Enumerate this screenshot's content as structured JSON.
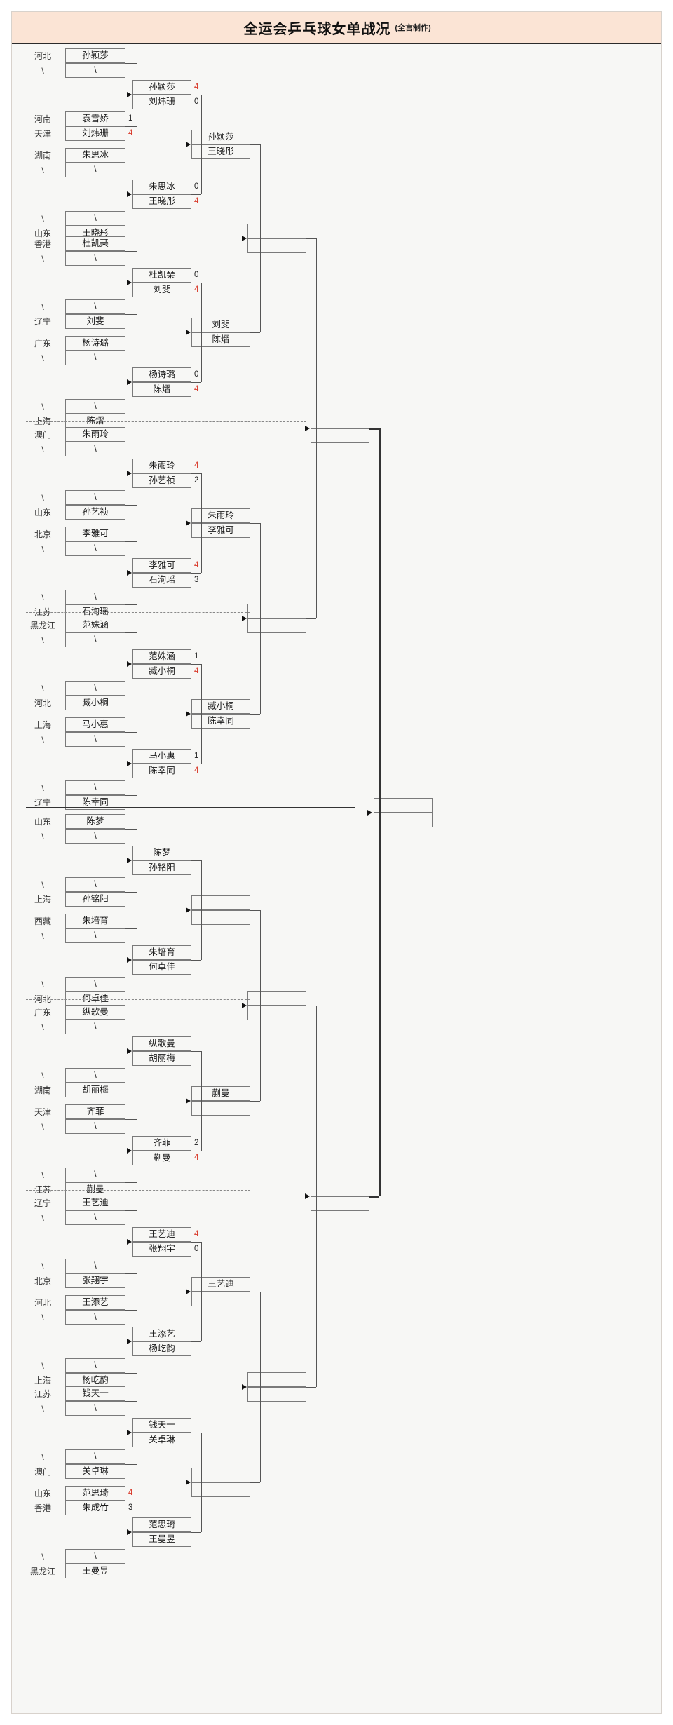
{
  "header": {
    "title": "全运会乒乓球女单战况",
    "subtitle": "(全言制作)",
    "bg_color": "#fbe4d5"
  },
  "colors": {
    "winner_score": "#d93a2b",
    "loser_score": "#222222",
    "box_border": "#7a7a7a",
    "line": "#555555",
    "page_bg": "#f7f7f5"
  },
  "labels": {
    "bye": "\\"
  },
  "r1": [
    {
      "prov_top": "河北",
      "prov_bot": "\\",
      "name_top": "孙颖莎",
      "name_bot": "\\",
      "score_top": "",
      "score_bot": ""
    },
    {
      "prov_top": "河南",
      "prov_bot": "天津",
      "name_top": "袁雪娇",
      "name_bot": "刘炜珊",
      "score_top": "1",
      "score_bot": "4"
    },
    {
      "prov_top": "湖南",
      "prov_bot": "\\",
      "name_top": "朱思冰",
      "name_bot": "\\",
      "score_top": "",
      "score_bot": ""
    },
    {
      "prov_top": "\\",
      "prov_bot": "山东",
      "name_top": "\\",
      "name_bot": "王晓彤",
      "score_top": "",
      "score_bot": ""
    },
    {
      "prov_top": "香港",
      "prov_bot": "\\",
      "name_top": "杜凯琹",
      "name_bot": "\\",
      "score_top": "",
      "score_bot": ""
    },
    {
      "prov_top": "\\",
      "prov_bot": "辽宁",
      "name_top": "\\",
      "name_bot": "刘斐",
      "score_top": "",
      "score_bot": ""
    },
    {
      "prov_top": "广东",
      "prov_bot": "\\",
      "name_top": "杨诗璐",
      "name_bot": "\\",
      "score_top": "",
      "score_bot": ""
    },
    {
      "prov_top": "\\",
      "prov_bot": "上海",
      "name_top": "\\",
      "name_bot": "陈熠",
      "score_top": "",
      "score_bot": ""
    },
    {
      "prov_top": "澳门",
      "prov_bot": "\\",
      "name_top": "朱雨玲",
      "name_bot": "\\",
      "score_top": "",
      "score_bot": ""
    },
    {
      "prov_top": "\\",
      "prov_bot": "山东",
      "name_top": "\\",
      "name_bot": "孙艺祯",
      "score_top": "",
      "score_bot": ""
    },
    {
      "prov_top": "北京",
      "prov_bot": "\\",
      "name_top": "李雅可",
      "name_bot": "\\",
      "score_top": "",
      "score_bot": ""
    },
    {
      "prov_top": "\\",
      "prov_bot": "江苏",
      "name_top": "\\",
      "name_bot": "石洵瑶",
      "score_top": "",
      "score_bot": ""
    },
    {
      "prov_top": "黑龙江",
      "prov_bot": "\\",
      "name_top": "范姝涵",
      "name_bot": "\\",
      "score_top": "",
      "score_bot": ""
    },
    {
      "prov_top": "\\",
      "prov_bot": "河北",
      "name_top": "\\",
      "name_bot": "臧小桐",
      "score_top": "",
      "score_bot": ""
    },
    {
      "prov_top": "上海",
      "prov_bot": "\\",
      "name_top": "马小惠",
      "name_bot": "\\",
      "score_top": "",
      "score_bot": ""
    },
    {
      "prov_top": "\\",
      "prov_bot": "辽宁",
      "name_top": "\\",
      "name_bot": "陈幸同",
      "score_top": "",
      "score_bot": ""
    },
    {
      "prov_top": "山东",
      "prov_bot": "\\",
      "name_top": "陈梦",
      "name_bot": "\\",
      "score_top": "",
      "score_bot": ""
    },
    {
      "prov_top": "\\",
      "prov_bot": "上海",
      "name_top": "\\",
      "name_bot": "孙铭阳",
      "score_top": "",
      "score_bot": ""
    },
    {
      "prov_top": "西藏",
      "prov_bot": "\\",
      "name_top": "朱培育",
      "name_bot": "\\",
      "score_top": "",
      "score_bot": ""
    },
    {
      "prov_top": "\\",
      "prov_bot": "河北",
      "name_top": "\\",
      "name_bot": "何卓佳",
      "score_top": "",
      "score_bot": ""
    },
    {
      "prov_top": "广东",
      "prov_bot": "\\",
      "name_top": "纵歌曼",
      "name_bot": "\\",
      "score_top": "",
      "score_bot": ""
    },
    {
      "prov_top": "\\",
      "prov_bot": "湖南",
      "name_top": "\\",
      "name_bot": "胡丽梅",
      "score_top": "",
      "score_bot": ""
    },
    {
      "prov_top": "天津",
      "prov_bot": "\\",
      "name_top": "齐菲",
      "name_bot": "\\",
      "score_top": "",
      "score_bot": ""
    },
    {
      "prov_top": "\\",
      "prov_bot": "江苏",
      "name_top": "\\",
      "name_bot": "蒯曼",
      "score_top": "",
      "score_bot": ""
    },
    {
      "prov_top": "辽宁",
      "prov_bot": "\\",
      "name_top": "王艺迪",
      "name_bot": "\\",
      "score_top": "",
      "score_bot": ""
    },
    {
      "prov_top": "\\",
      "prov_bot": "北京",
      "name_top": "\\",
      "name_bot": "张翔宇",
      "score_top": "",
      "score_bot": ""
    },
    {
      "prov_top": "河北",
      "prov_bot": "\\",
      "name_top": "王添艺",
      "name_bot": "\\",
      "score_top": "",
      "score_bot": ""
    },
    {
      "prov_top": "\\",
      "prov_bot": "上海",
      "name_top": "\\",
      "name_bot": "杨屹韵",
      "score_top": "",
      "score_bot": ""
    },
    {
      "prov_top": "江苏",
      "prov_bot": "\\",
      "name_top": "钱天一",
      "name_bot": "\\",
      "score_top": "",
      "score_bot": ""
    },
    {
      "prov_top": "\\",
      "prov_bot": "澳门",
      "name_top": "\\",
      "name_bot": "关卓琳",
      "score_top": "",
      "score_bot": ""
    },
    {
      "prov_top": "山东",
      "prov_bot": "香港",
      "name_top": "范思琦",
      "name_bot": "朱成竹",
      "score_top": "4",
      "score_bot": "3"
    },
    {
      "prov_top": "\\",
      "prov_bot": "黑龙江",
      "name_top": "\\",
      "name_bot": "王曼昱",
      "score_top": "",
      "score_bot": ""
    }
  ],
  "r2": [
    {
      "name_top": "孙颖莎",
      "name_bot": "刘炜珊",
      "score_top": "4",
      "score_bot": "0"
    },
    {
      "name_top": "朱思冰",
      "name_bot": "王晓彤",
      "score_top": "0",
      "score_bot": "4"
    },
    {
      "name_top": "杜凯琹",
      "name_bot": "刘斐",
      "score_top": "0",
      "score_bot": "4"
    },
    {
      "name_top": "杨诗璐",
      "name_bot": "陈熠",
      "score_top": "0",
      "score_bot": "4"
    },
    {
      "name_top": "朱雨玲",
      "name_bot": "孙艺祯",
      "score_top": "4",
      "score_bot": "2"
    },
    {
      "name_top": "李雅可",
      "name_bot": "石洵瑶",
      "score_top": "4",
      "score_bot": "3"
    },
    {
      "name_top": "范姝涵",
      "name_bot": "臧小桐",
      "score_top": "1",
      "score_bot": "4"
    },
    {
      "name_top": "马小惠",
      "name_bot": "陈幸同",
      "score_top": "1",
      "score_bot": "4"
    },
    {
      "name_top": "陈梦",
      "name_bot": "孙铭阳",
      "score_top": "",
      "score_bot": ""
    },
    {
      "name_top": "朱培育",
      "name_bot": "何卓佳",
      "score_top": "",
      "score_bot": ""
    },
    {
      "name_top": "纵歌曼",
      "name_bot": "胡丽梅",
      "score_top": "",
      "score_bot": ""
    },
    {
      "name_top": "齐菲",
      "name_bot": "蒯曼",
      "score_top": "2",
      "score_bot": "4"
    },
    {
      "name_top": "王艺迪",
      "name_bot": "张翔宇",
      "score_top": "4",
      "score_bot": "0"
    },
    {
      "name_top": "王添艺",
      "name_bot": "杨屹韵",
      "score_top": "",
      "score_bot": ""
    },
    {
      "name_top": "钱天一",
      "name_bot": "关卓琳",
      "score_top": "",
      "score_bot": ""
    },
    {
      "name_top": "范思琦",
      "name_bot": "王曼昱",
      "score_top": "",
      "score_bot": ""
    }
  ],
  "r3": [
    {
      "name_top": "孙颖莎",
      "name_bot": "王晓彤",
      "score_top": "",
      "score_bot": ""
    },
    {
      "name_top": "刘斐",
      "name_bot": "陈熠",
      "score_top": "",
      "score_bot": ""
    },
    {
      "name_top": "朱雨玲",
      "name_bot": "李雅可",
      "score_top": "",
      "score_bot": ""
    },
    {
      "name_top": "臧小桐",
      "name_bot": "陈幸同",
      "score_top": "",
      "score_bot": ""
    },
    {
      "name_top": "",
      "name_bot": "",
      "score_top": "",
      "score_bot": ""
    },
    {
      "name_top": "蒯曼",
      "name_bot": "",
      "score_top": "",
      "score_bot": ""
    },
    {
      "name_top": "王艺迪",
      "name_bot": "",
      "score_top": "",
      "score_bot": ""
    },
    {
      "name_top": "",
      "name_bot": "",
      "score_top": "",
      "score_bot": ""
    }
  ],
  "r4": [
    {
      "name_top": "",
      "name_bot": "",
      "score_top": "",
      "score_bot": ""
    },
    {
      "name_top": "",
      "name_bot": "",
      "score_top": "",
      "score_bot": ""
    },
    {
      "name_top": "",
      "name_bot": "",
      "score_top": "",
      "score_bot": ""
    },
    {
      "name_top": "",
      "name_bot": "",
      "score_top": "",
      "score_bot": ""
    }
  ],
  "r5": [
    {
      "name_top": "",
      "name_bot": "",
      "score_top": "",
      "score_bot": ""
    },
    {
      "name_top": "",
      "name_bot": "",
      "score_top": "",
      "score_bot": ""
    }
  ],
  "final": {
    "name_top": "",
    "name_bot": "",
    "score_top": "",
    "score_bot": ""
  }
}
